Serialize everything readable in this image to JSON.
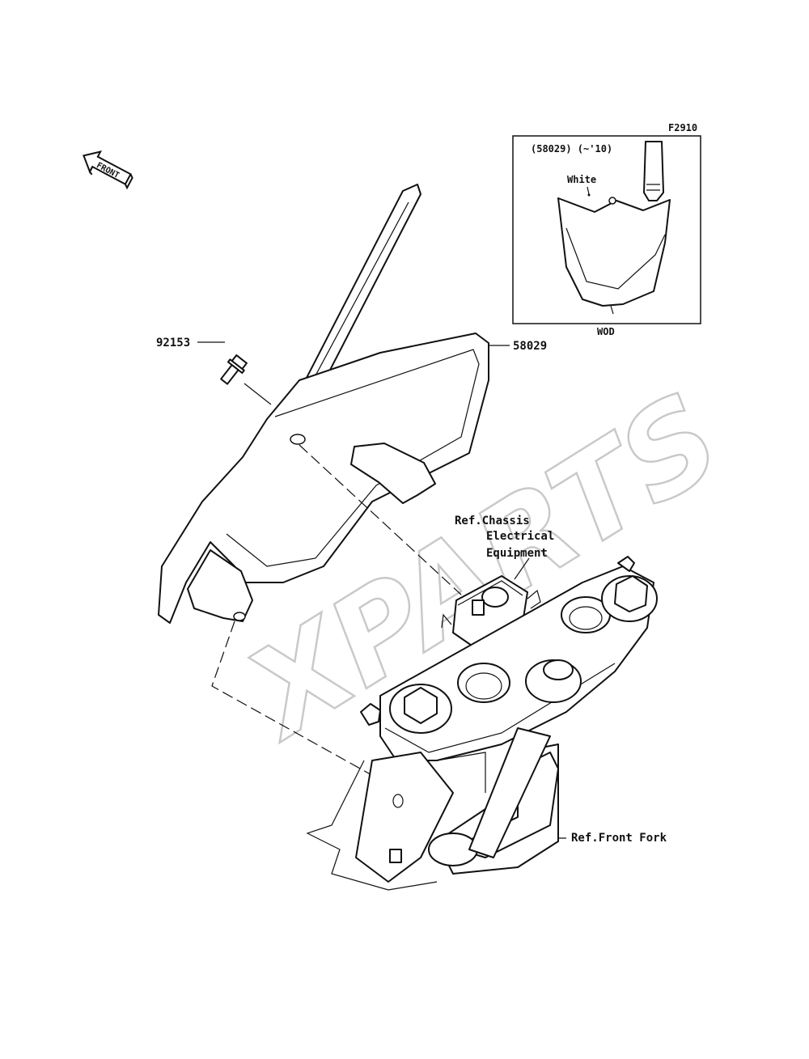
{
  "figure_code": "F2910",
  "front_arrow_label": "FRONT",
  "inset": {
    "part_ref": "(58029) (~'10)",
    "color_callout": "White",
    "variant_label": "WOD"
  },
  "callouts": {
    "bolt": "92153",
    "number_plate": "58029",
    "chassis_ref_line1": "Ref.Chassis",
    "chassis_ref_line2": "Electrical",
    "chassis_ref_line3": "Equipment",
    "front_fork_ref": "Ref.Front Fork"
  },
  "watermark": "XPARTS"
}
